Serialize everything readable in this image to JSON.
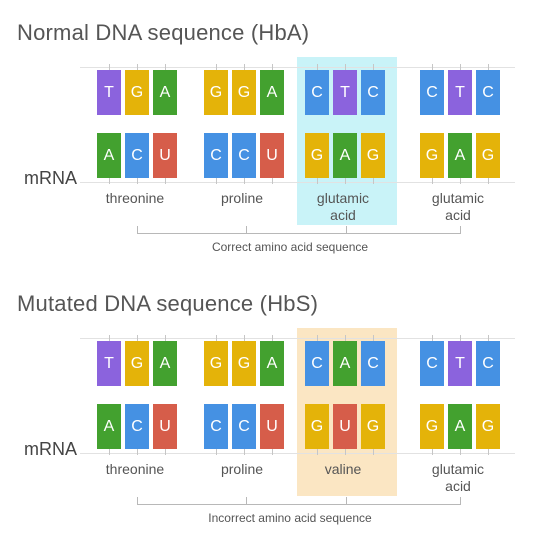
{
  "colors": {
    "T": "#8b63dd",
    "A": "#43a12f",
    "G": "#e4b309",
    "C": "#4591e3",
    "U": "#d65d4a"
  },
  "panels": [
    {
      "title": "Normal DNA sequence (HbA)",
      "highlight_color": "#c9f3f8",
      "dna": [
        [
          "T",
          "G",
          "A"
        ],
        [
          "G",
          "G",
          "A"
        ],
        [
          "C",
          "T",
          "C"
        ],
        [
          "C",
          "T",
          "C"
        ]
      ],
      "mrna": [
        [
          "A",
          "C",
          "U"
        ],
        [
          "C",
          "C",
          "U"
        ],
        [
          "G",
          "A",
          "G"
        ],
        [
          "G",
          "A",
          "G"
        ]
      ],
      "mrna_label": "mRNA",
      "amino_acids": [
        "threonine",
        "proline",
        "glutamic\nacid",
        "glutamic\nacid"
      ],
      "sequence_label": "Correct amino acid sequence"
    },
    {
      "title": "Mutated DNA sequence (HbS)",
      "highlight_color": "#fbe6c3",
      "dna": [
        [
          "T",
          "G",
          "A"
        ],
        [
          "G",
          "G",
          "A"
        ],
        [
          "C",
          "A",
          "C"
        ],
        [
          "C",
          "T",
          "C"
        ]
      ],
      "mrna": [
        [
          "A",
          "C",
          "U"
        ],
        [
          "C",
          "C",
          "U"
        ],
        [
          "G",
          "U",
          "G"
        ],
        [
          "G",
          "A",
          "G"
        ]
      ],
      "mrna_label": "mRNA",
      "amino_acids": [
        "threonine",
        "proline",
        "valine",
        "glutamic\nacid"
      ],
      "sequence_label": "Incorrect amino acid sequence"
    }
  ]
}
